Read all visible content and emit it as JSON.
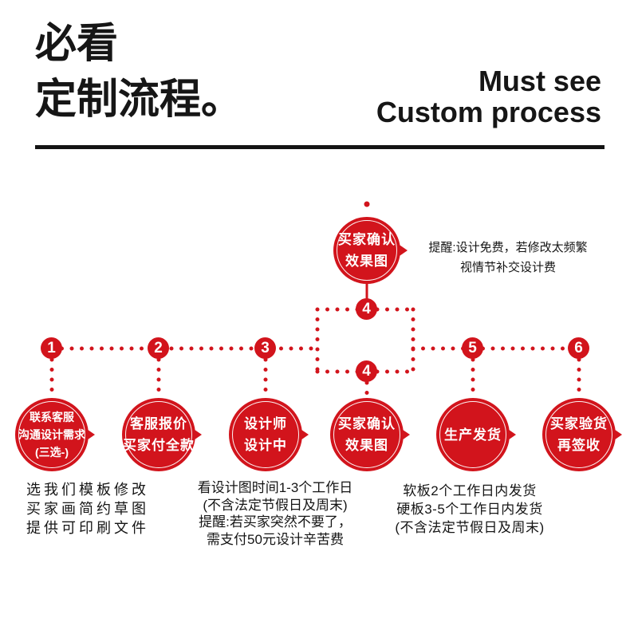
{
  "colors": {
    "red": "#d2141c",
    "ink": "#141414"
  },
  "header": {
    "title_line1": "必看",
    "title_line2": "定制流程。",
    "subtitle_line1": "Must see",
    "subtitle_line2": "Custom process"
  },
  "top_bubble": {
    "lines": [
      "买家确认",
      "效果图"
    ]
  },
  "top_note": {
    "line1": "提醒:设计免费，若修改太频繁",
    "line2": "视情节补交设计费"
  },
  "loop": {
    "top_number": "4"
  },
  "steps": [
    {
      "number": "1",
      "lines": [
        "联系客服",
        "沟通设计需求",
        "(三选-)"
      ]
    },
    {
      "number": "2",
      "lines": [
        "客服报价",
        "买家付全款"
      ]
    },
    {
      "number": "3",
      "lines": [
        "设计师",
        "设计中"
      ]
    },
    {
      "number": "4",
      "lines": [
        "买家确认",
        "效果图"
      ]
    },
    {
      "number": "5",
      "lines": [
        "生产发货"
      ]
    },
    {
      "number": "6",
      "lines": [
        "买家验货",
        "再签收"
      ]
    }
  ],
  "notes": {
    "left": [
      "选我们模板修改",
      "买家画简约草图",
      "提供可印刷文件"
    ],
    "middle": [
      "看设计图时间1-3个工作日",
      "(不含法定节假日及周末)",
      "提醒:若买家突然不要了，",
      "需支付50元设计辛苦费"
    ],
    "right": [
      "软板2个工作日内发货",
      "硬板3-5个工作日内发货",
      "(不含法定节假日及周末)"
    ]
  }
}
